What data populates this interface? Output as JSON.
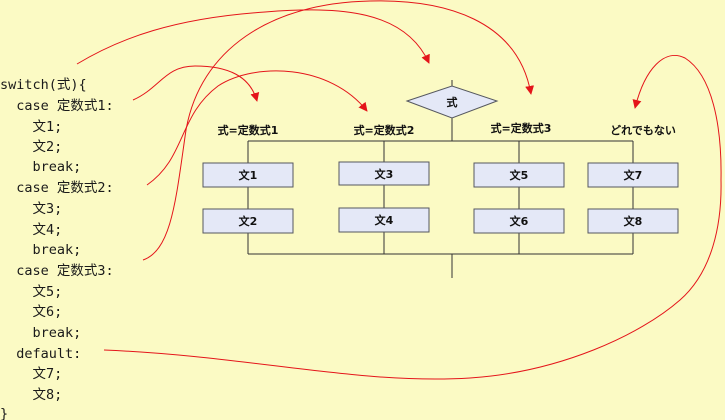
{
  "code_lines": [
    "switch(式){",
    "  case 定数式1:",
    "    文1;",
    "    文2;",
    "    break;",
    "  case 定数式2:",
    "    文3;",
    "    文4;",
    "    break;",
    "  case 定数式3:",
    "    文5;",
    "    文6;",
    "    break;",
    "  default:",
    "    文7;",
    "    文8;",
    "}"
  ],
  "flowchart": {
    "decision": "式",
    "branches": [
      {
        "label": "式=定数式1",
        "statements": [
          "文1",
          "文2"
        ]
      },
      {
        "label": "式=定数式2",
        "statements": [
          "文3",
          "文4"
        ]
      },
      {
        "label": "式=定数式3",
        "statements": [
          "文5",
          "文6"
        ]
      },
      {
        "label": "どれでもない",
        "statements": [
          "文7",
          "文8"
        ]
      }
    ]
  },
  "colors": {
    "background": "#fbfac4",
    "box_fill": "#e4e8f7",
    "arrow": "#e4141a"
  }
}
